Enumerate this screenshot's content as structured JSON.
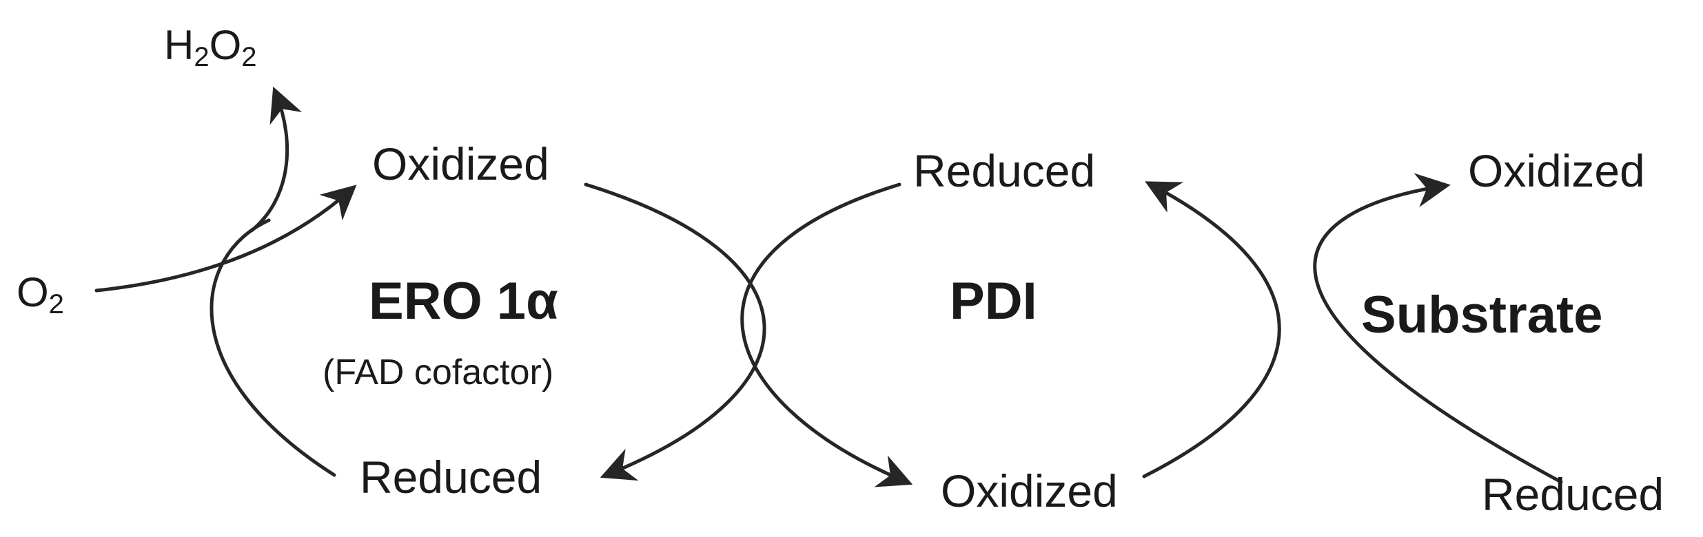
{
  "molecules": {
    "h2o2": {
      "a": "H",
      "b": "2",
      "c": "O",
      "d": "2"
    },
    "o2": {
      "a": "O",
      "b": "2"
    }
  },
  "ero1a": {
    "name": "ERO 1α",
    "cofactor": "(FAD cofactor)",
    "oxidized": "Oxidized",
    "reduced": "Reduced"
  },
  "pdi": {
    "name": "PDI",
    "reduced": "Reduced",
    "oxidized": "Oxidized"
  },
  "substrate": {
    "name": "Substrate",
    "oxidized": "Oxidized",
    "reduced": "Reduced"
  },
  "colors": {
    "stroke": "#262626",
    "text": "#1a1a1a"
  }
}
